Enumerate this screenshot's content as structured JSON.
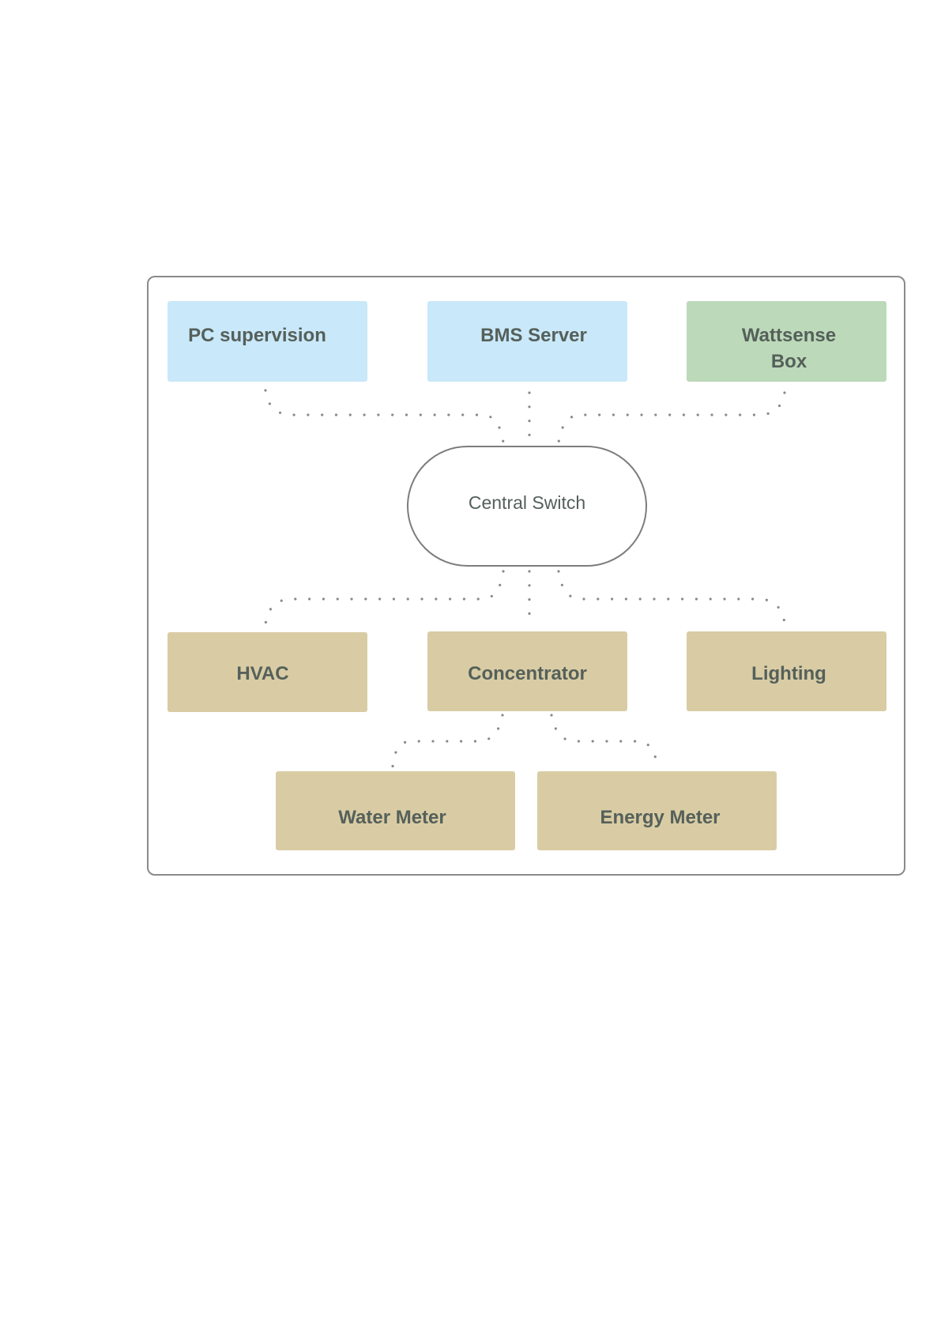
{
  "nodes": {
    "pc_supervision": "PC supervision",
    "bms_server": "BMS Server",
    "wattsense_box": "Wattsense Box",
    "central_switch": "Central Switch",
    "hvac": "HVAC",
    "concentrator": "Concentrator",
    "lighting": "Lighting",
    "water_meter": "Water Meter",
    "energy_meter": "Energy Meter"
  },
  "edges": [
    {
      "from": "pc_supervision",
      "to": "central_switch",
      "style": "dotted"
    },
    {
      "from": "bms_server",
      "to": "central_switch",
      "style": "dotted"
    },
    {
      "from": "wattsense_box",
      "to": "central_switch",
      "style": "dotted"
    },
    {
      "from": "central_switch",
      "to": "hvac",
      "style": "dotted"
    },
    {
      "from": "central_switch",
      "to": "concentrator",
      "style": "dotted"
    },
    {
      "from": "central_switch",
      "to": "lighting",
      "style": "dotted"
    },
    {
      "from": "concentrator",
      "to": "water_meter",
      "style": "dotted"
    },
    {
      "from": "concentrator",
      "to": "energy_meter",
      "style": "dotted"
    }
  ],
  "colors": {
    "supervision_fill": "#c9e8f9",
    "gateway_fill": "#bcd9b9",
    "device_fill": "#d9cca4",
    "text": "#55605a",
    "connector": "#8a8a8a",
    "frame": "#8a8a8a"
  }
}
